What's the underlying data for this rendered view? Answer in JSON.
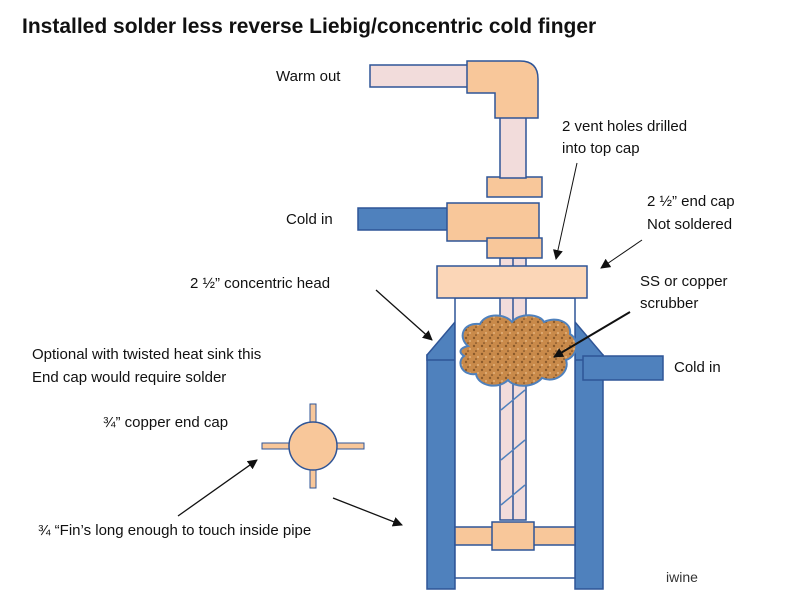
{
  "title": "Installed solder less reverse Liebig/concentric cold finger",
  "labels": {
    "warm_out": "Warm out",
    "cold_in_top": "Cold in",
    "vent_holes_1": "2 vent holes drilled",
    "vent_holes_2": "into top cap",
    "end_cap_1": "2 ½” end cap",
    "end_cap_2": "Not soldered",
    "concentric_head": "2 ½” concentric head",
    "scrubber_1": "SS or copper",
    "scrubber_2": "scrubber",
    "cold_in_side": "Cold in",
    "optional_1": "Optional with twisted  heat sink this",
    "optional_2": "End cap would require solder",
    "copper_end_cap": "¾” copper end cap",
    "fins": "¾ “Fin’s long enough to touch inside pipe",
    "watermark": "iwine"
  },
  "colors": {
    "copper": "#f8c79a",
    "copper_stroke": "#3f5f8f",
    "pipe_blue": "#4f81bd",
    "pipe_blue_stroke": "#2f5597",
    "inner_tube": "#f2dcdb",
    "end_cap": "#fbd6b7",
    "scrubber": "#c98a4a"
  }
}
